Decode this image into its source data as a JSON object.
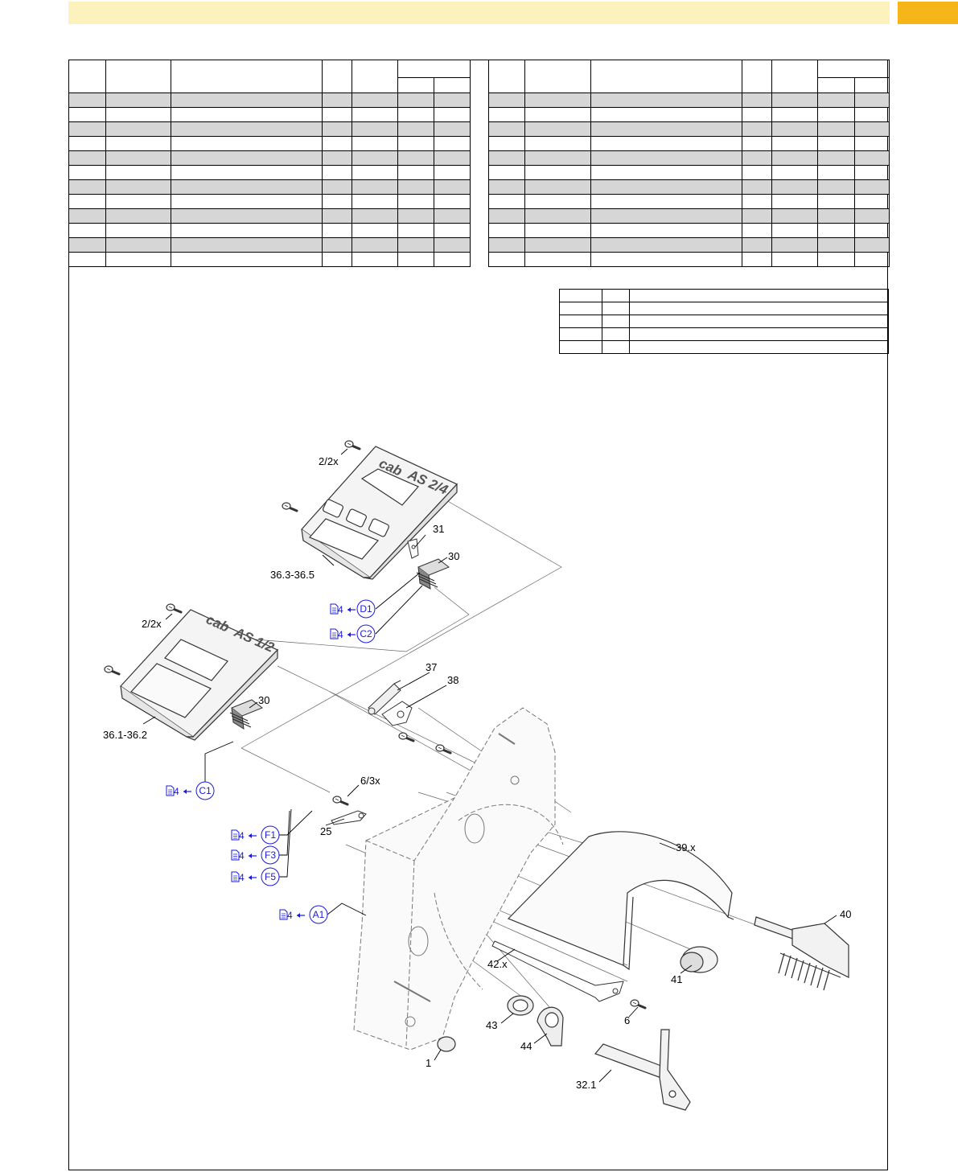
{
  "header": {
    "bar_color": "#fdf2bd",
    "tab_color": "#f6b519"
  },
  "callouts": {
    "c_2_2x_top": "2/2x",
    "c_2_2x_bottom": "2/2x",
    "c_31": "31",
    "c_30_top": "30",
    "c_30_bottom": "30",
    "c_36_3": "36.3-36.5",
    "c_36_1": "36.1-36.2",
    "c_37": "37",
    "c_38": "38",
    "c_6_3x": "6/3x",
    "c_25": "25",
    "c_39x": "39.x",
    "c_40": "40",
    "c_41": "41",
    "c_42x": "42.x",
    "c_6": "6",
    "c_43": "43",
    "c_44": "44",
    "c_1": "1",
    "c_32_1": "32.1"
  },
  "references": {
    "page": "4",
    "d1": "D1",
    "c2": "C2",
    "c1": "C1",
    "f1": "F1",
    "f3": "F3",
    "f5": "F5",
    "a1": "A1",
    "ref_color": "#1a1adb"
  },
  "product": {
    "logo": "cab",
    "model_top": "AS 2/4",
    "model_bottom": "AS 1/2"
  },
  "icons": [
    "document-icon",
    "arrow-left-icon",
    "screw-icon"
  ]
}
